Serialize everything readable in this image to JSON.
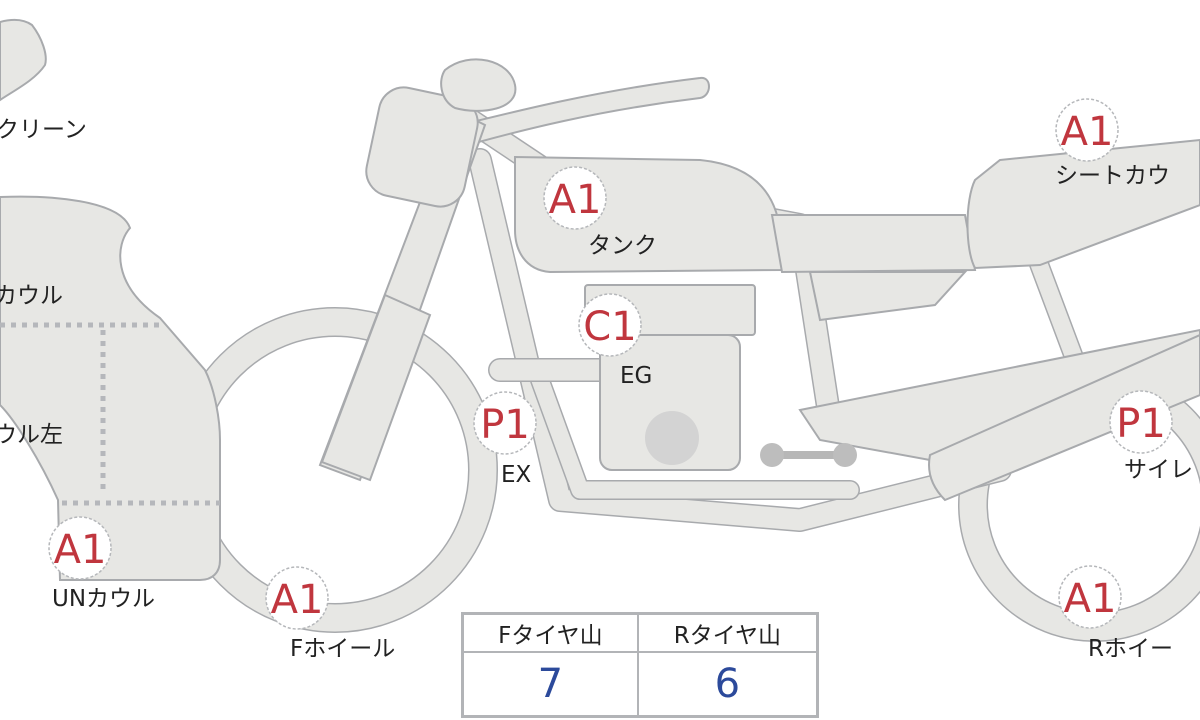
{
  "parts": [
    {
      "grade": "A1",
      "label": "タンク"
    },
    {
      "grade": "A1",
      "label": "シートカウ"
    },
    {
      "grade": "C1",
      "label": "EG"
    },
    {
      "grade": "P1",
      "label": "EX"
    },
    {
      "grade": "P1",
      "label": "サイレ"
    },
    {
      "grade": "A1",
      "label": "UNカウル"
    },
    {
      "grade": "A1",
      "label": "Fホイール"
    },
    {
      "grade": "A1",
      "label": "Rホイー"
    }
  ],
  "partial_labels": {
    "screen": "クリーン",
    "cowl": "カウル",
    "cowl_left": "ウル左"
  },
  "tire_table": {
    "front_header": "Fタイヤ山",
    "rear_header": "Rタイヤ山",
    "front_value": "7",
    "rear_value": "6"
  },
  "colors": {
    "grade": "#c0363e",
    "value": "#2c4a9b",
    "part_fill": "#e7e7e4",
    "outline": "#a8aaad"
  }
}
